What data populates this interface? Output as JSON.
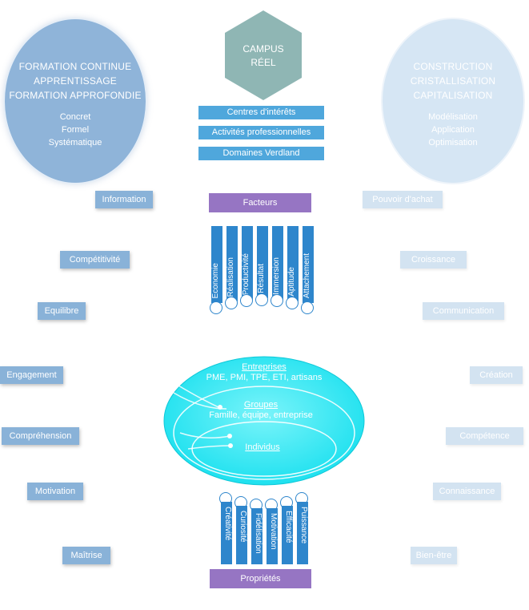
{
  "left_circle": {
    "lines": [
      "FORMATION CONTINUE",
      "APPRENTISSAGE",
      "FORMATION APPROFONDIE"
    ],
    "sub": [
      "Concret",
      "Formel",
      "Systématique"
    ]
  },
  "right_circle": {
    "lines": [
      "CONSTRUCTION",
      "CRISTALLISATION",
      "CAPITALISATION"
    ],
    "sub": [
      "Modélisation",
      "Application",
      "Optimisation"
    ]
  },
  "campus": {
    "lines": [
      "CAMPUS",
      "RÉEL"
    ]
  },
  "blue_bars": [
    "Centres d'intérêts",
    "Activités professionnelles",
    "Domaines Verdland"
  ],
  "facteurs_label": "Facteurs",
  "facteurs": [
    "Economie",
    "Réalisation",
    "Productivité",
    "Résultat",
    "Immersion",
    "Aptitude",
    "Attachement"
  ],
  "left_labels": [
    "Information",
    "Compétitivité",
    "Equilibre",
    "Engagement",
    "Compréhension",
    "Motivation",
    "Maîtrise"
  ],
  "right_labels": [
    "Pouvoir d'achat",
    "Croissance",
    "Communication",
    "Création",
    "Compétence",
    "Connaissance",
    "Bien-être"
  ],
  "ellipse": {
    "outer_title": "Entreprises",
    "outer_sub": "PME, PMI, TPE, ETI, artisans",
    "middle_title": "Groupes",
    "middle_sub": "Famille, équipe, entreprise",
    "inner_title": "Individus"
  },
  "proprietes": [
    "Créativité",
    "Curiosité",
    "Fidélisation",
    "Motivation",
    "Efficacité",
    "Puissance"
  ],
  "proprietes_label": "Propriétés",
  "colors": {
    "circle_left": "#8fb4d9",
    "circle_right": "#d6e6f4",
    "hex": "#8fb6b4",
    "bar": "#4fa7dc",
    "purple": "#9675c3",
    "cyan": "#2ce8f2",
    "column": "#2e86cc"
  }
}
